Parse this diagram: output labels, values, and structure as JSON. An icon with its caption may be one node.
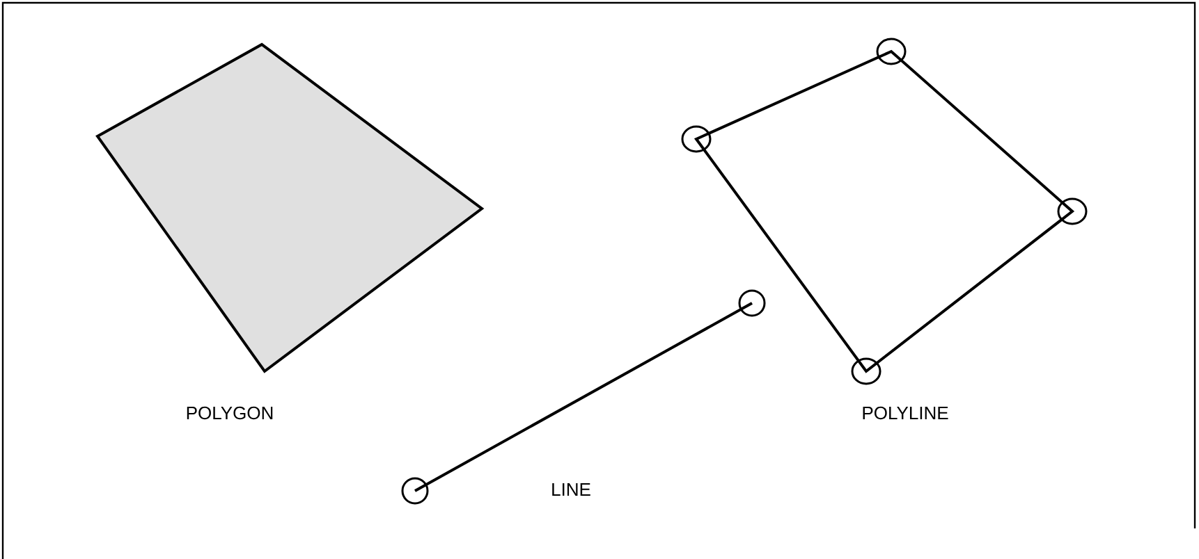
{
  "diagram": {
    "labels": [
      "POLYGON",
      "POLYLINE",
      "LINE"
    ]
  }
}
